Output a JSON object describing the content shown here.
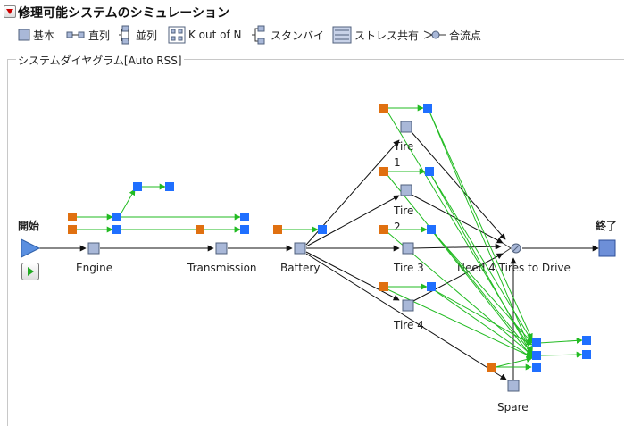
{
  "title": "修理可能システムのシミュレーション",
  "toolbar": {
    "basic": "基本",
    "series": "直列",
    "parallel": "並列",
    "k_out_of_n": "K out of N",
    "standby": "スタンバイ",
    "stress_sharing": "ストレス共有",
    "junction": "合流点"
  },
  "panel": {
    "label": "システムダイヤグラム[Auto RSS]"
  },
  "diagram": {
    "start_label": "開始",
    "end_label": "終了",
    "nodes": {
      "engine": "Engine",
      "transmission": "Transmission",
      "battery": "Battery",
      "tire1_a": "Tire",
      "tire1_b": "1",
      "tire2_a": "Tire",
      "tire2_b": "2",
      "tire3": "Tire 3",
      "tire4": "Tire 4",
      "koutofn": "Need 4 Tires to Drive",
      "spare": "Spare"
    }
  },
  "colors": {
    "node_fill": "#a9b8d8",
    "node_border": "#50607c",
    "event_orange": "#e07010",
    "event_blue": "#1f6fff",
    "green_arrow": "#22bb22",
    "flow_arrow": "#111111",
    "start_triangle": "#5a8fe0"
  }
}
